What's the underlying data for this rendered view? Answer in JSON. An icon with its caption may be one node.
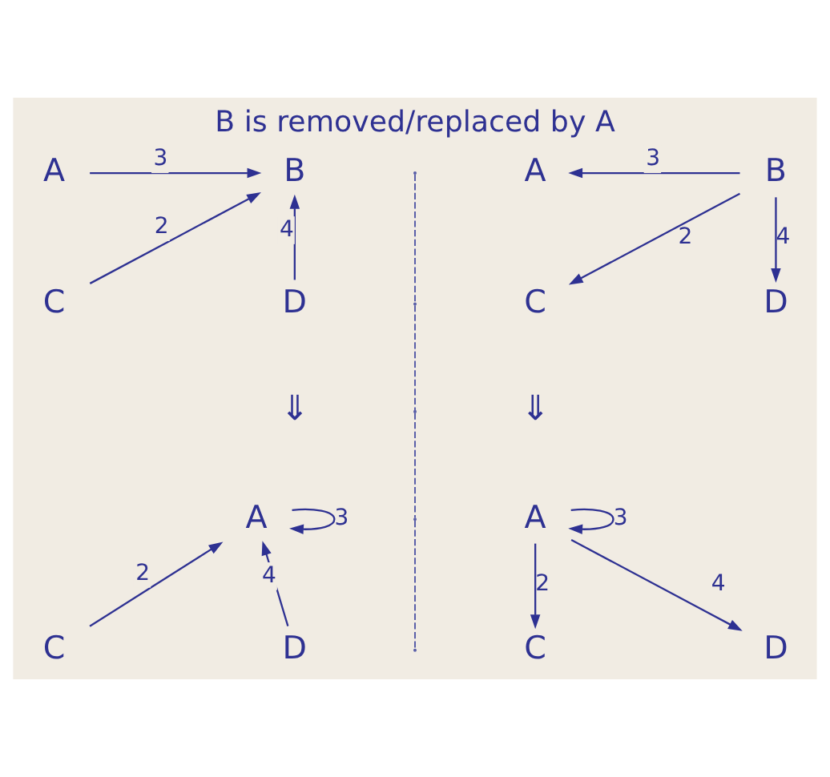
{
  "diagram": {
    "title": "B is removed/replaced by A",
    "nodes": [
      {
        "text": [
          "A"
        ]
      },
      {
        "text": [
          "B"
        ]
      },
      {
        "text": [
          "C"
        ]
      },
      {
        "text": [
          "D"
        ]
      },
      {
        "text": [
          "A"
        ]
      },
      {
        "text": [
          "B"
        ]
      },
      {
        "text": [
          "C"
        ]
      },
      {
        "text": [
          "D"
        ]
      },
      {
        "text": [
          "A"
        ]
      },
      {
        "text": [
          "C"
        ]
      },
      {
        "text": [
          "D"
        ]
      },
      {
        "text": [
          "A"
        ]
      },
      {
        "text": [
          "C"
        ]
      },
      {
        "text": [
          "D"
        ]
      }
    ],
    "edges": [
      {
        "from": 0,
        "to": 1,
        "arrow": "to",
        "label": "3"
      },
      {
        "from": 2,
        "to": 1,
        "arrow": "to",
        "label": "2"
      },
      {
        "from": 3,
        "to": 1,
        "arrow": "to",
        "label": "4"
      },
      {
        "from": 5,
        "to": 4,
        "arrow": "to",
        "label": "3"
      },
      {
        "from": 5,
        "to": 6,
        "arrow": "to",
        "label": "2"
      },
      {
        "from": 5,
        "to": 7,
        "arrow": "to",
        "label": "4"
      },
      {
        "from": 8,
        "to": 8,
        "arrow": "to",
        "label": "3"
      },
      {
        "from": 9,
        "to": 8,
        "arrow": "to",
        "label": "2"
      },
      {
        "from": 10,
        "to": 8,
        "arrow": "to",
        "label": "4"
      },
      {
        "from": 11,
        "to": 11,
        "arrow": "to",
        "label": "3"
      },
      {
        "from": 11,
        "to": 12,
        "arrow": "to",
        "label": "2"
      },
      {
        "from": 11,
        "to": 13,
        "arrow": "to",
        "label": "4"
      }
    ],
    "labels": [
      "⇓",
      "⇓"
    ]
  }
}
